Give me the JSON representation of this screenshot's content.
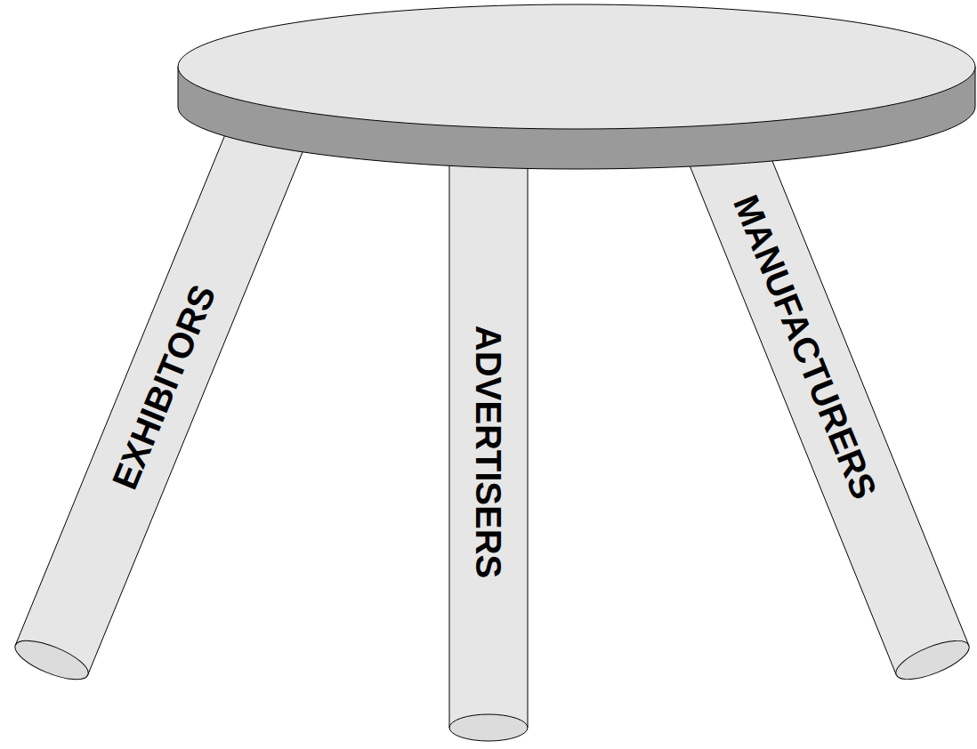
{
  "diagram": {
    "nodes": [
      {
        "text": [
          "EXHIBITORS"
        ]
      },
      {
        "text": [
          "ADVERTISERS"
        ]
      },
      {
        "text": [
          "MANUFACTURERS"
        ]
      }
    ]
  }
}
